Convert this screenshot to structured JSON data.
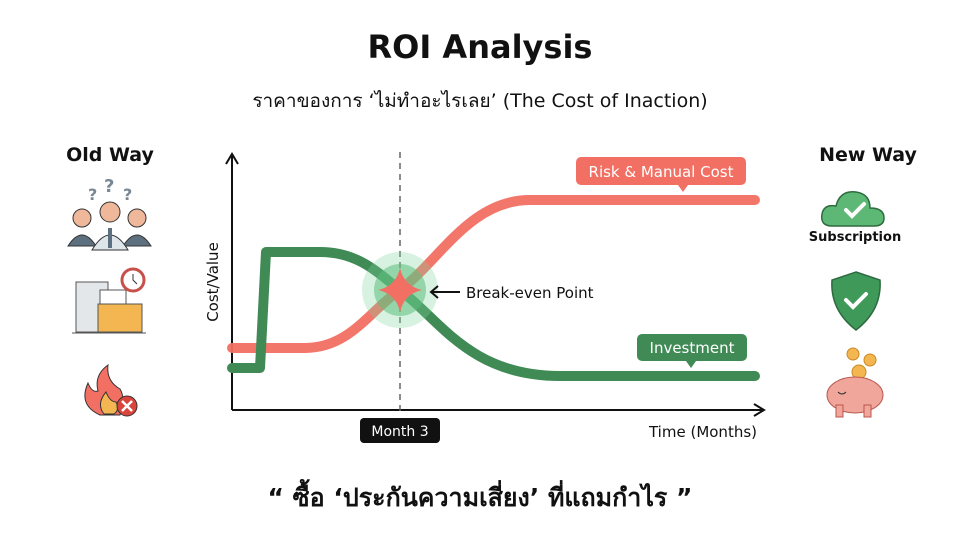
{
  "title": "ROI Analysis",
  "subtitle": "ราคาของการ ‘ไม่ทำอะไรเลย’ (The Cost of Inaction)",
  "old_way": {
    "heading": "Old Way",
    "icons": [
      "confused-people-icon",
      "paperwork-clock-icon",
      "fire-error-icon"
    ]
  },
  "new_way": {
    "heading": "New Way",
    "subscription_label": "Subscription",
    "icons": [
      "cloud-check-icon",
      "shield-check-icon",
      "piggy-bank-icon"
    ]
  },
  "chart": {
    "y_label": "Cost/Value",
    "x_label": "Time (Months)",
    "marker_label": "Month 3",
    "break_even_label": "Break-even Point",
    "risk_label": "Risk & Manual Cost",
    "investment_label": "Investment",
    "colors": {
      "risk": "#f26f63",
      "investment": "#3f8a55",
      "axis": "#111111"
    }
  },
  "quote": "“ ซื้อ ‘ประกันความเสี่ยง’ ที่แถมกำไร ”"
}
